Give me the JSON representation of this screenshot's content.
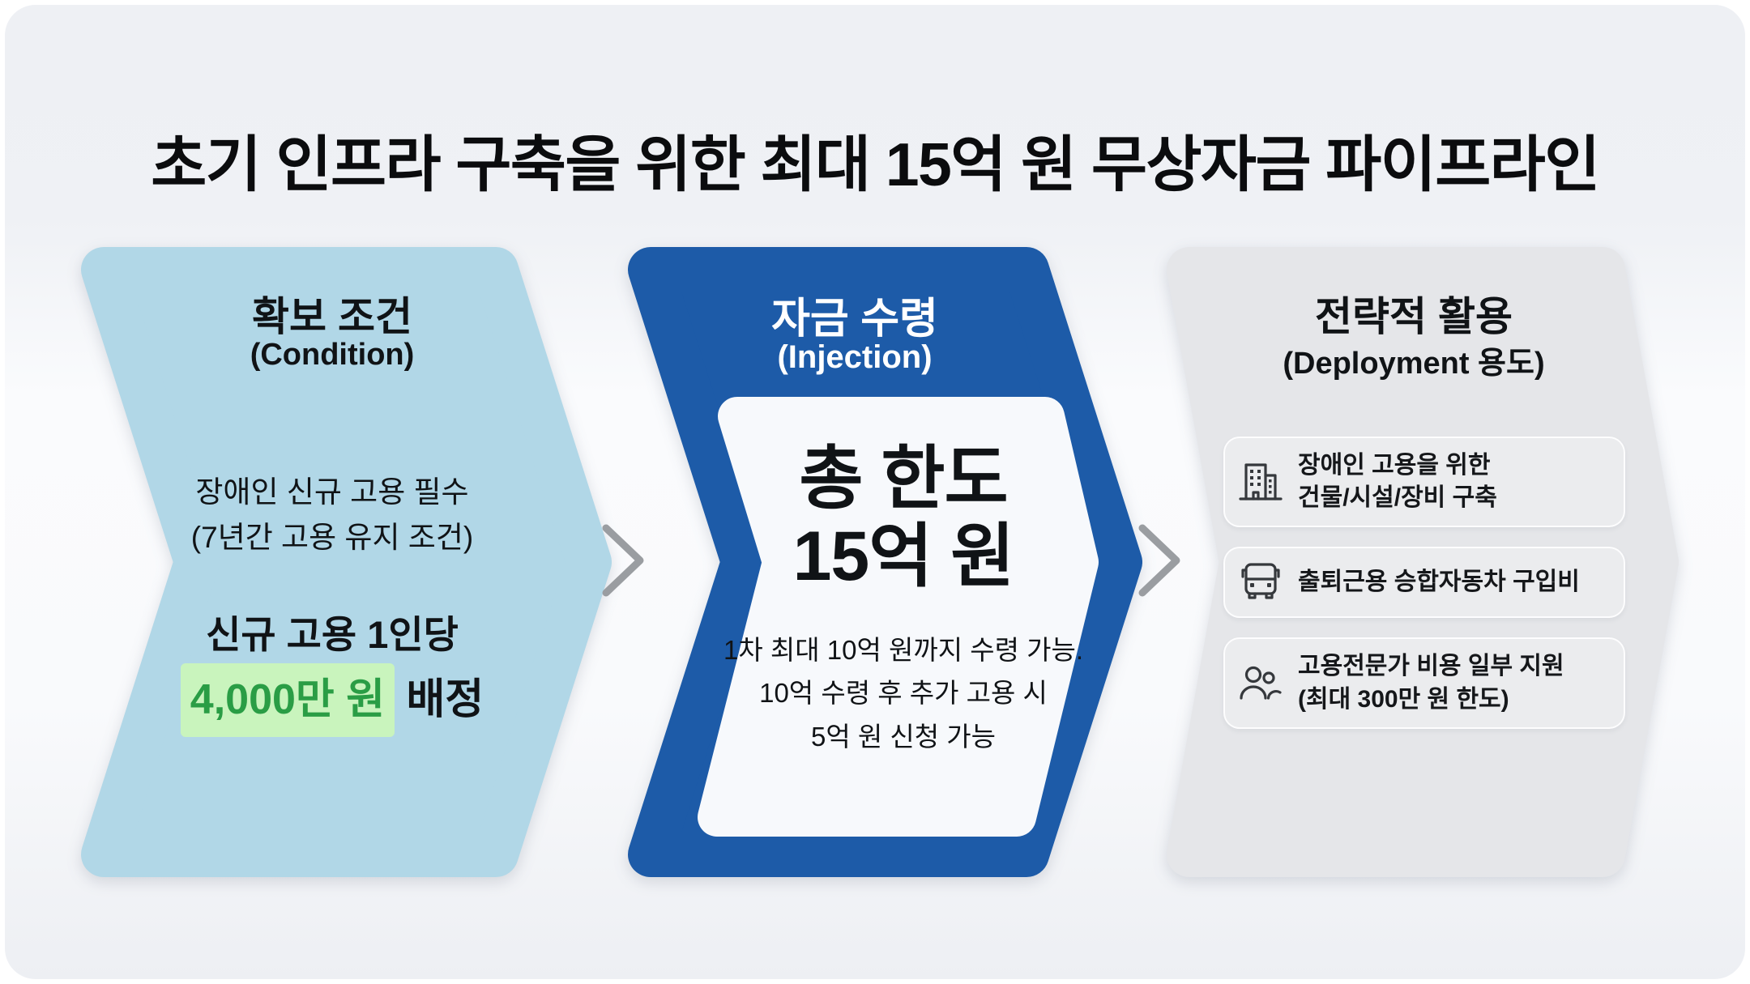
{
  "title": "초기 인프라 구축을 위한 최대 15억 원 무상자금 파이프라인",
  "colors": {
    "injection_panel_blue": "#1d5ba8",
    "condition_panel_lightblue": "#b1d7e7",
    "deployment_panel_gray": "#e5e6e9",
    "highlight_green_text": "#2a9d45",
    "highlight_green_bg": "#c9f4bd",
    "arrow_gray": "#9a9da1"
  },
  "panels": {
    "condition": {
      "title": "확보 조건",
      "subtitle": "(Condition)",
      "body_line1": "장애인 신규 고용 필수",
      "body_line2": "(7년간 고용 유지 조건)",
      "emphasis_line1": "신규 고용 1인당",
      "emphasis_highlight": "4,000만 원",
      "emphasis_rest": " 배정"
    },
    "injection": {
      "title": "자금 수령",
      "subtitle": "(Injection)",
      "limit_line1": "총 한도",
      "limit_line2": "15억 원",
      "detail_line1": "1차 최대 10억 원까지 수령 가능.",
      "detail_line2": "10억 수령 후 추가 고용 시",
      "detail_line3": "5억 원 신청 가능"
    },
    "deployment": {
      "title": "전략적 활용",
      "subtitle": "(Deployment 용도)",
      "items": [
        {
          "icon": "building-icon",
          "line1": "장애인 고용을 위한",
          "line2": "건물/시설/장비 구축"
        },
        {
          "icon": "bus-icon",
          "line1": "출퇴근용 승합자동차 구입비",
          "line2": ""
        },
        {
          "icon": "people-icon",
          "line1": "고용전문가 비용 일부 지원",
          "line2": "(최대 300만 원 한도)"
        }
      ]
    }
  }
}
